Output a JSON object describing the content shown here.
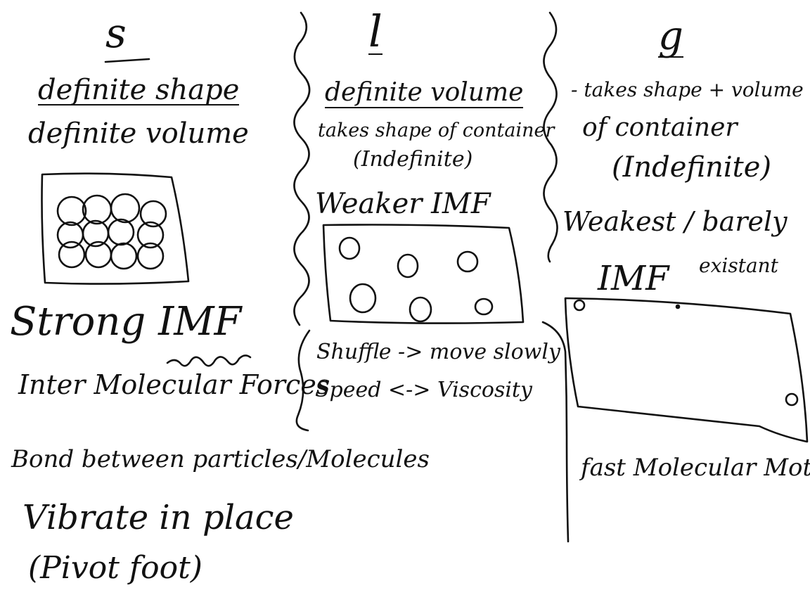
{
  "columns": {
    "solid": {
      "heading": "s",
      "lines": [
        "definite shape",
        "definite volume",
        "Strong IMF",
        "Inter Molecular Forces",
        "Bond between particles/Molecules",
        "Vibrate in place",
        "(Pivot foot)"
      ]
    },
    "liquid": {
      "heading": "l",
      "lines": [
        "definite volume",
        "takes shape of container",
        "(Indefinite)",
        "Weaker IMF",
        "Shuffle -> move slowly",
        "Speed <-> Viscosity"
      ]
    },
    "gas": {
      "heading": "g",
      "lines": [
        "- takes shape + volume",
        "of container",
        "(Indefinite)",
        "Weakest / barely",
        "existant",
        "IMF",
        "fast Molecular Motion"
      ]
    }
  }
}
